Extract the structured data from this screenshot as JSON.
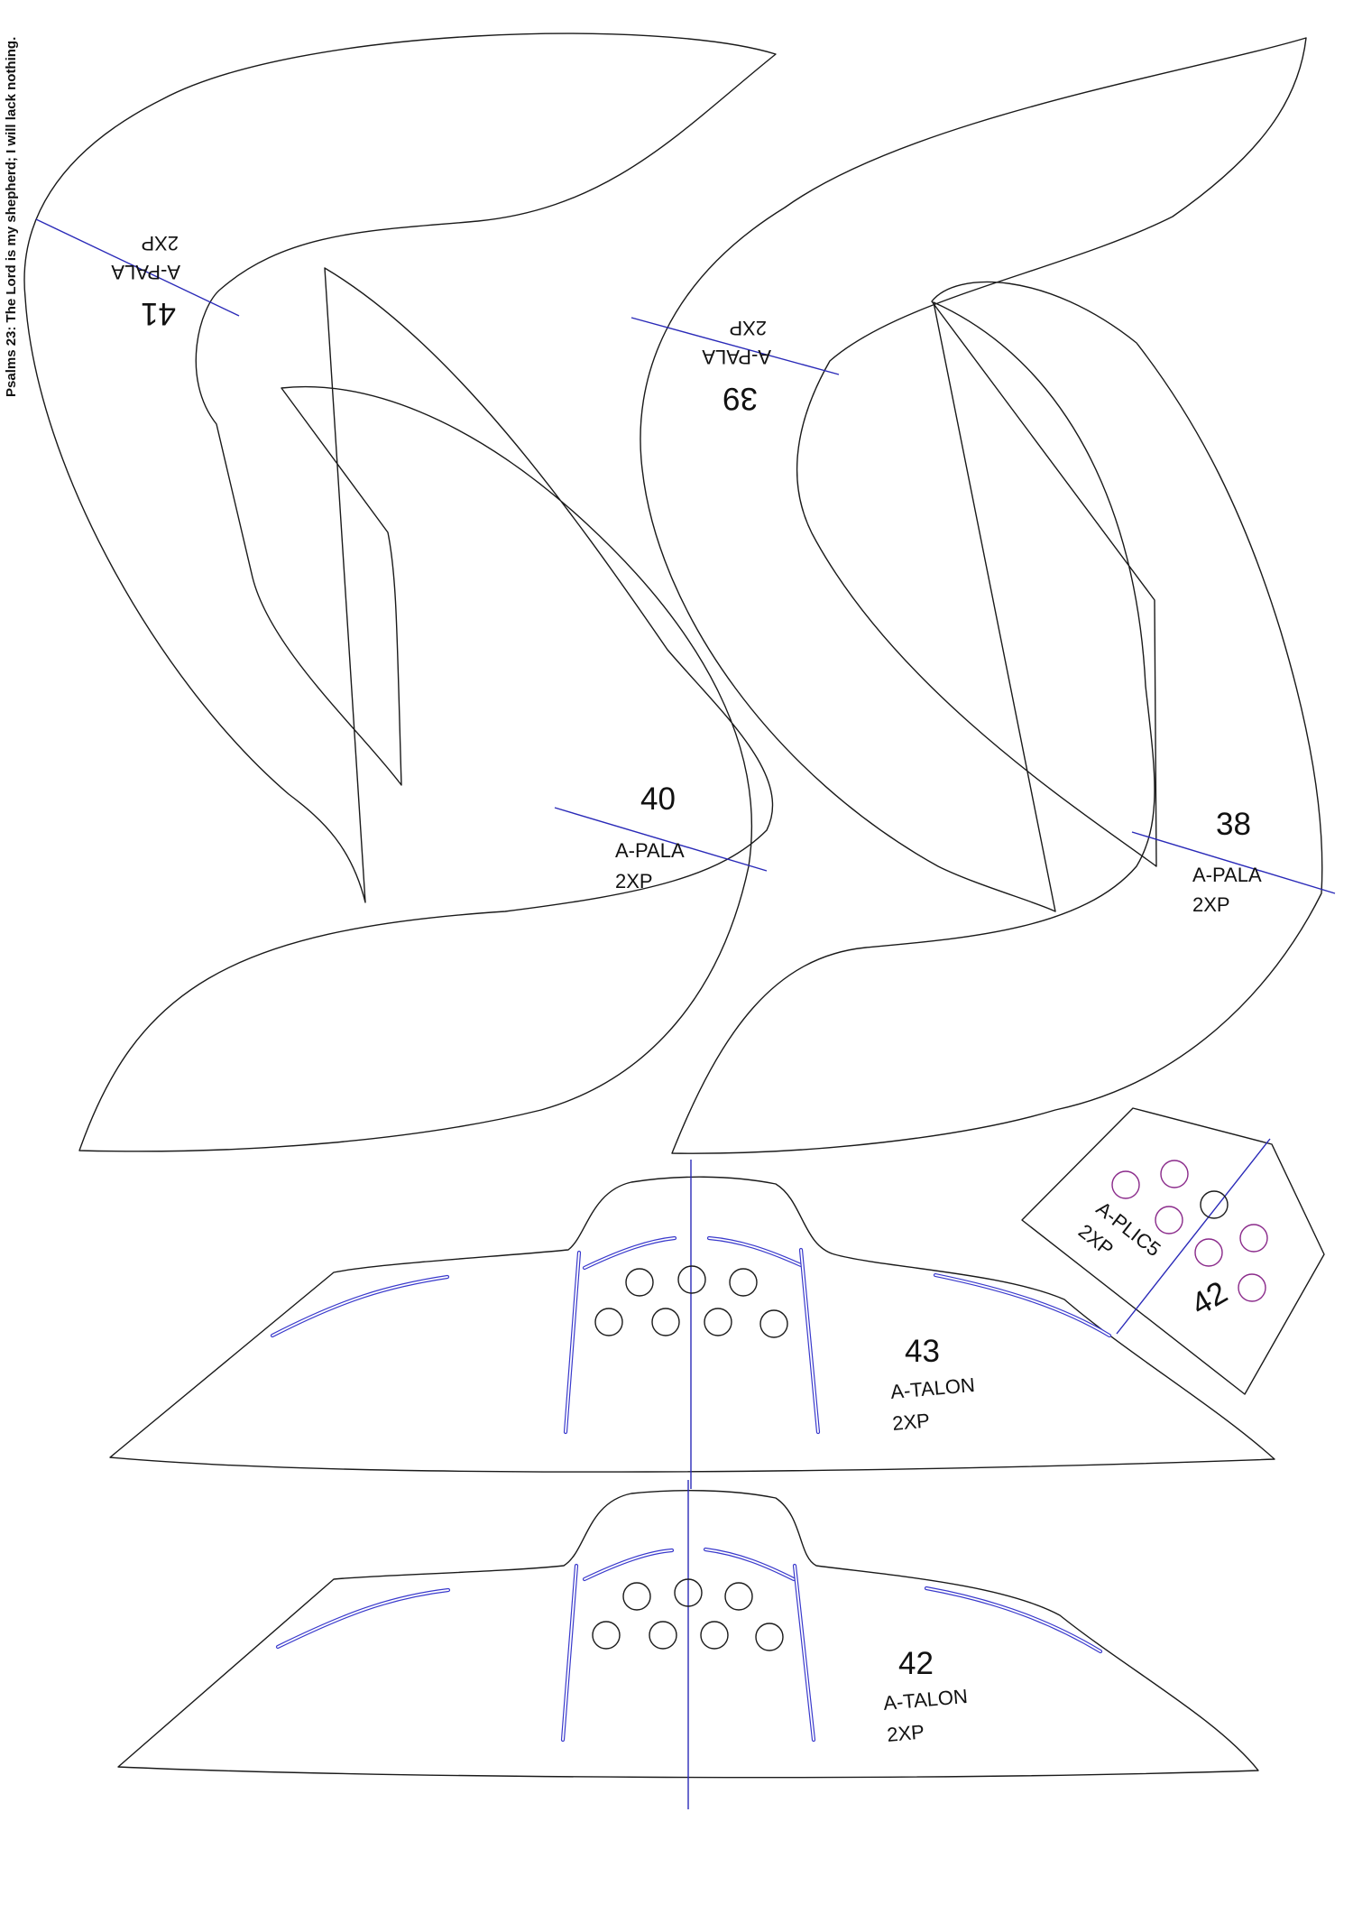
{
  "margin_text": "Psalms 23: The Lord is my shepherd; I will lack nothing.",
  "colors": {
    "outline": "#1a1a1a",
    "fold_line": "#2a2ab8",
    "slot": "#3a3acc",
    "marked_hole": "#8a2a8a"
  },
  "pieces": {
    "p41": {
      "number": "41",
      "name": "A-PALA",
      "qty": "2XP"
    },
    "p40": {
      "number": "40",
      "name": "A-PALA",
      "qty": "2XP"
    },
    "p39": {
      "number": "39",
      "name": "A-PALA",
      "qty": "2XP"
    },
    "p38": {
      "number": "38",
      "name": "A-PALA",
      "qty": "2XP"
    },
    "p43": {
      "number": "43",
      "name": "A-TALON",
      "qty": "2XP"
    },
    "p42": {
      "number": "42",
      "name": "A-TALON",
      "qty": "2XP"
    },
    "plic": {
      "number": "42",
      "name": "A-PLIC5",
      "qty": "2XP"
    }
  }
}
